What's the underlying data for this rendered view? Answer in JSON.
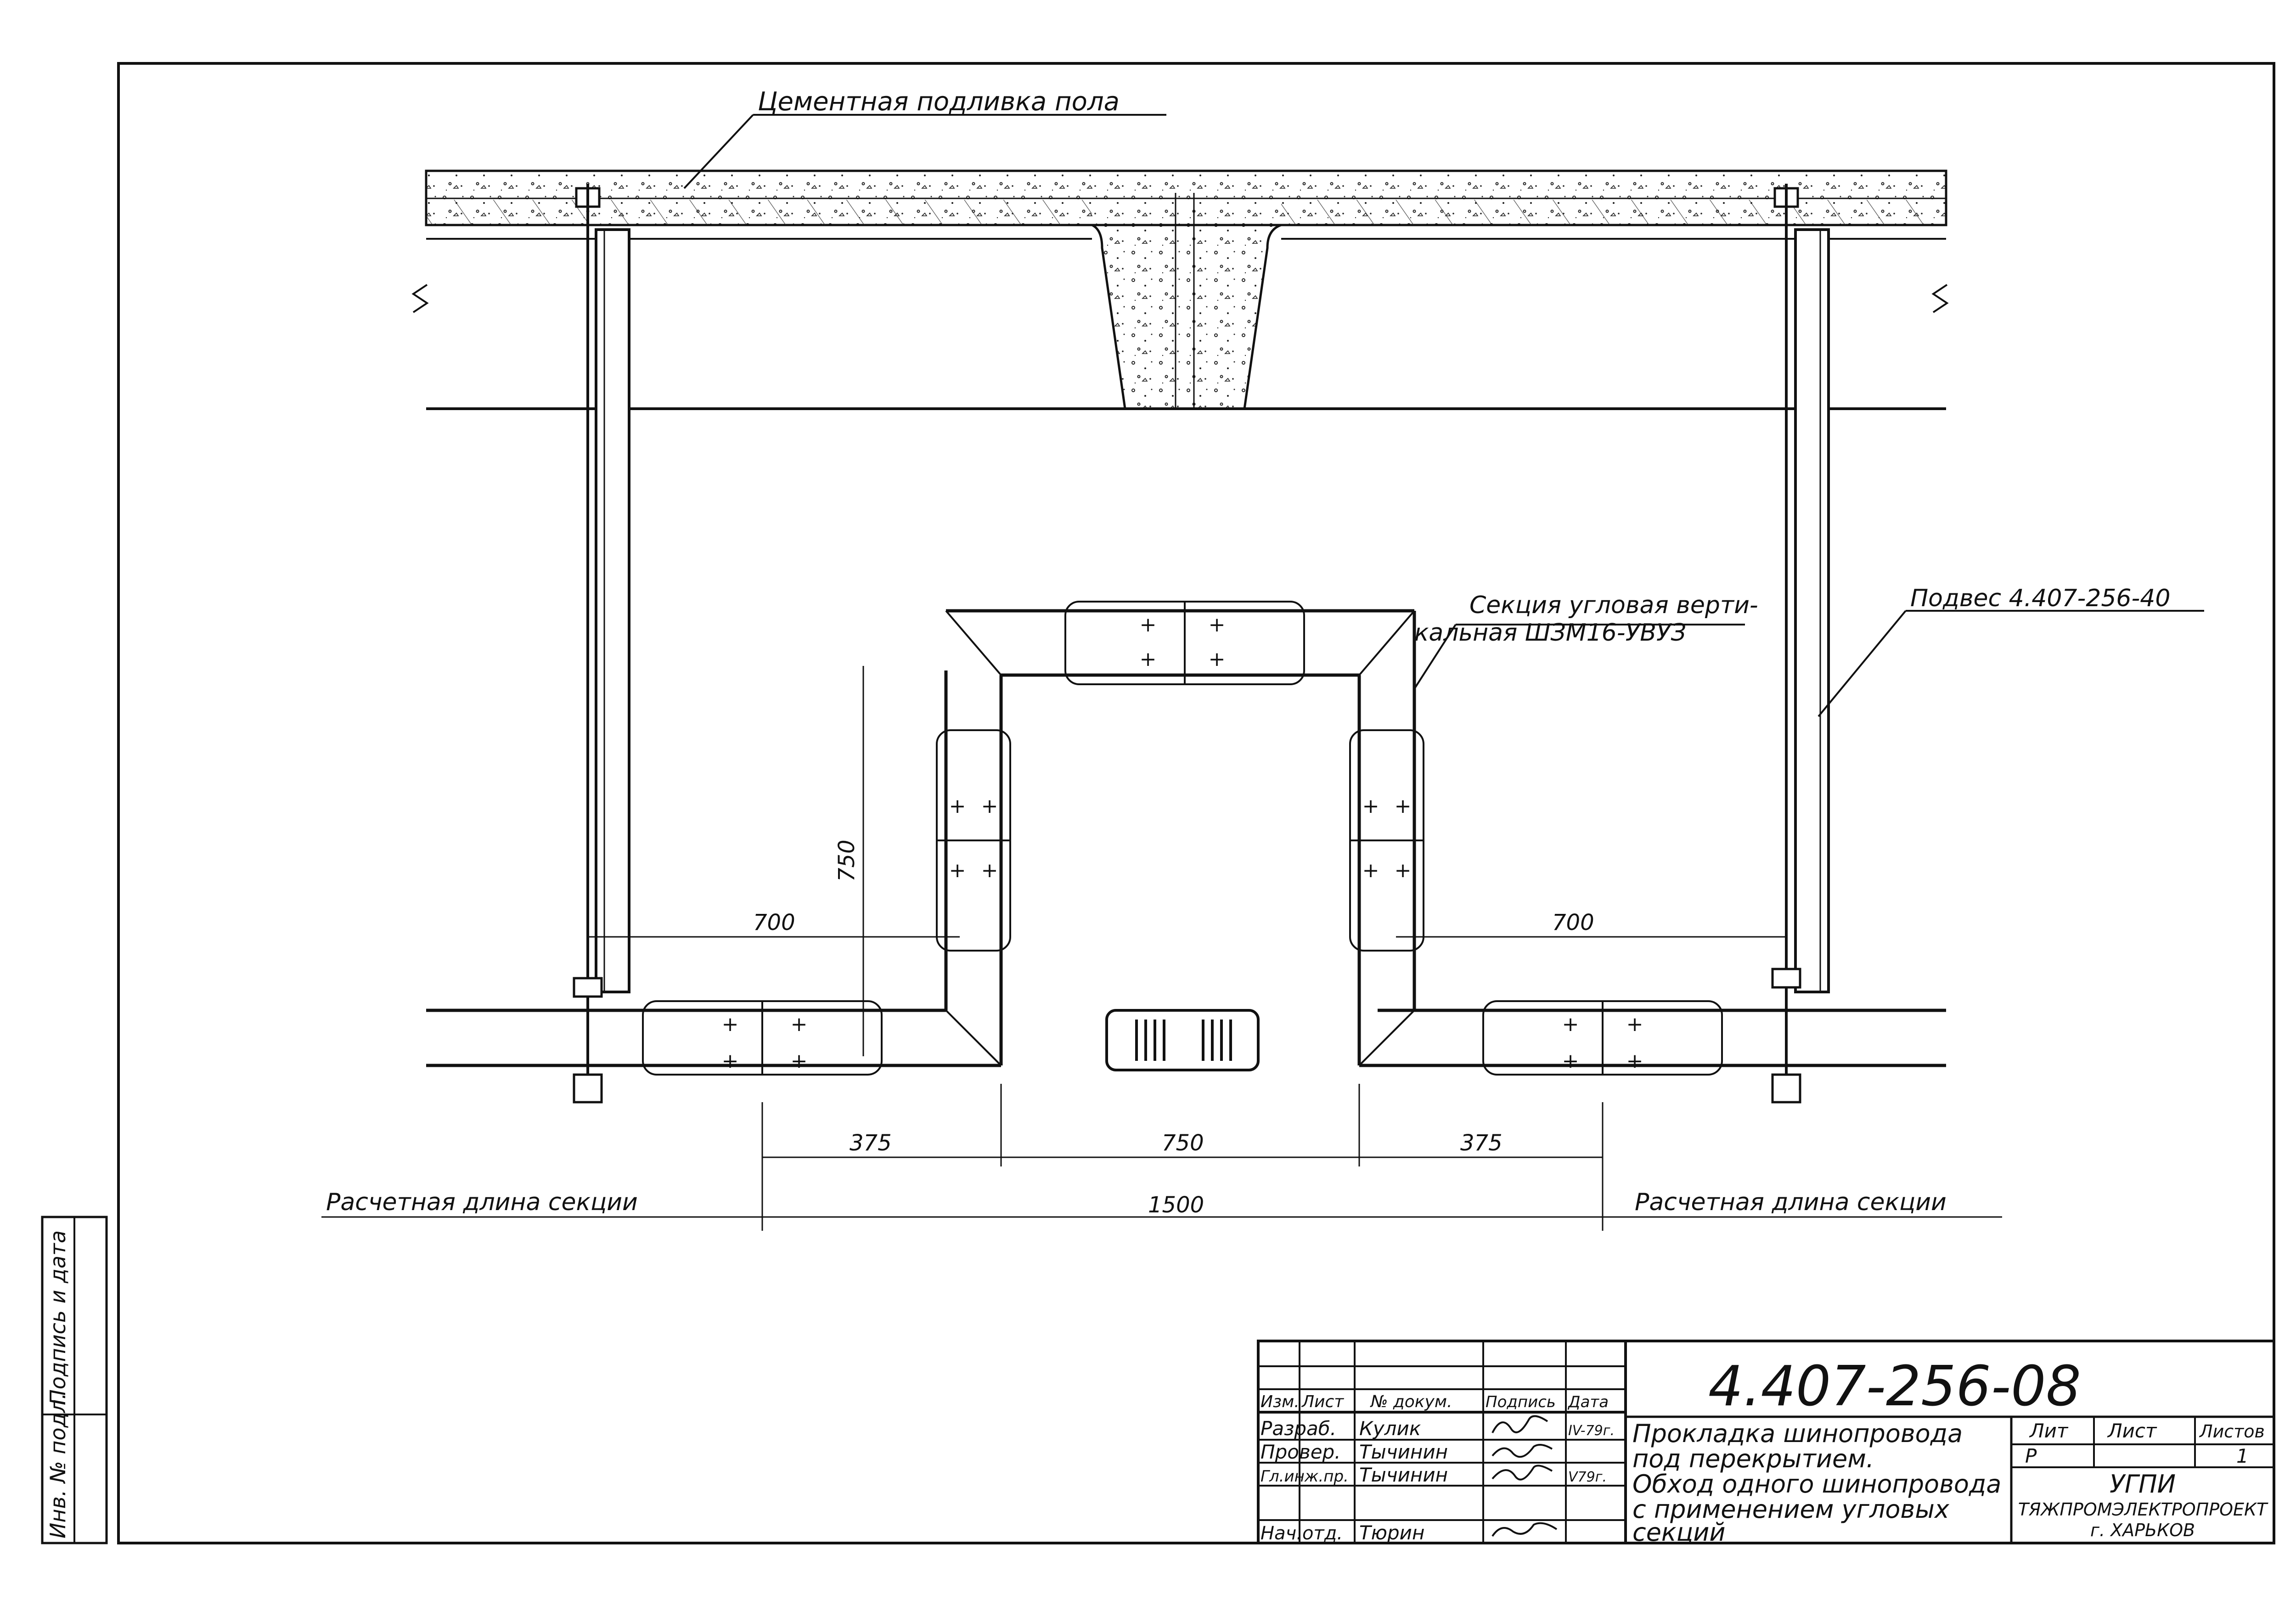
{
  "labels": {
    "cement": "Цементная подливка пола",
    "corner_section_1": "Секция угловая верти-",
    "corner_section_2": "кальная ШЗМ16-УВУЗ",
    "hanger": "Подвес 4.407-256-40",
    "calc_len_left": "Расчетная длина секции",
    "calc_len_right": "Расчетная длина секции"
  },
  "dimensions": {
    "left_700": "700",
    "right_700": "700",
    "vert_750": "750",
    "d375_left": "375",
    "d750_mid": "750",
    "d375_right": "375",
    "d1500": "1500"
  },
  "side_stamp": {
    "inv_no": "Инв. № подл.",
    "sign_date": "Подпись и дата"
  },
  "title_block": {
    "doc_number": "4.407-256-08",
    "headers": {
      "izm": "Изм.",
      "list": "Лист",
      "doc_no": "№ докум.",
      "sign": "Подпись",
      "date": "Дата"
    },
    "rows": [
      {
        "role": "Разраб.",
        "name": "Кулик",
        "date": "IV-79г."
      },
      {
        "role": "Провер.",
        "name": "Тычинин",
        "date": ""
      },
      {
        "role": "Гл.инж.пр.",
        "name": "Тычинин",
        "date": "V79г."
      },
      {
        "role": "Нач.отд.",
        "name": "Тюрин",
        "date": ""
      }
    ],
    "title_lines": [
      "Прокладка шинопровода",
      "под перекрытием.",
      "Обход одного шинопровода",
      "с применением угловых",
      "секций"
    ],
    "lit_header": "Лит",
    "list_header": "Лист",
    "listov_header": "Листов",
    "lit_value": "Р",
    "list_value": "",
    "listov_value": "1",
    "org_line1": "УГПИ",
    "org_line2": "ТЯЖПРОМЭЛЕКТРОПРОЕКТ",
    "org_line3": "г. ХАРЬКОВ"
  }
}
